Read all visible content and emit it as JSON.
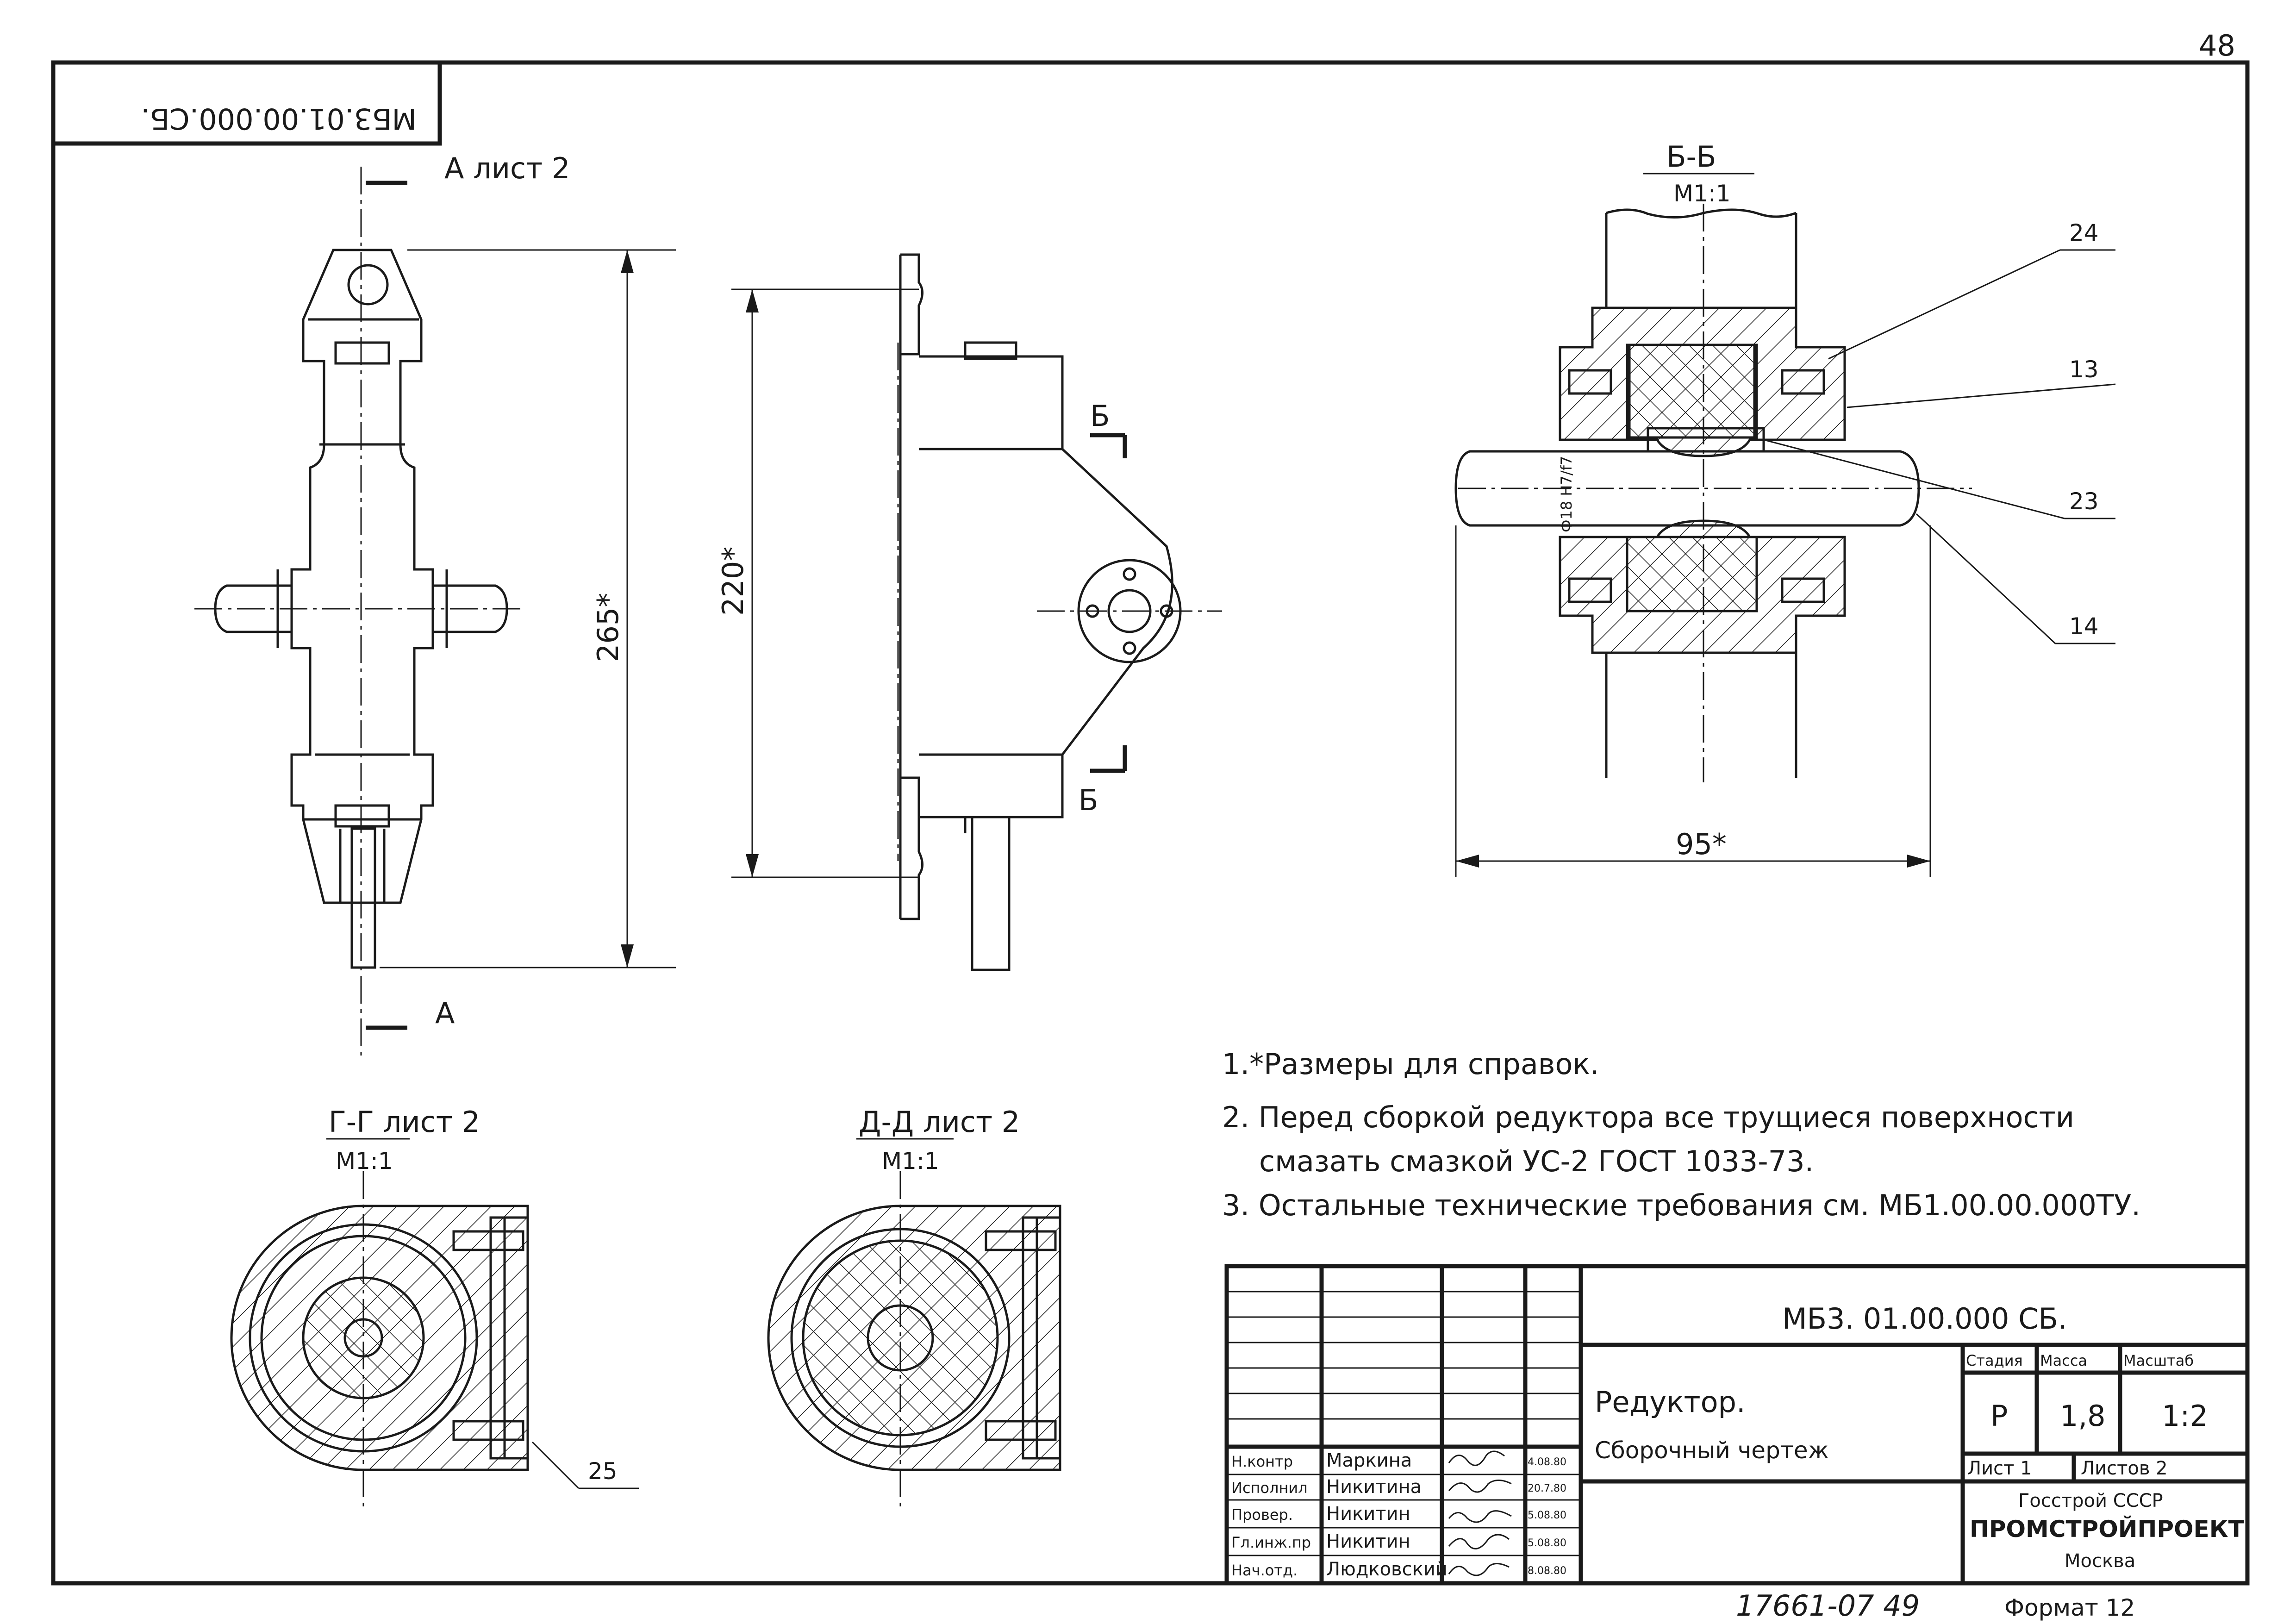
{
  "page_number": "48",
  "corner_code": "МБ3.01.00.000.СБ.",
  "section_a": {
    "label": "А лист 2",
    "label_bottom": "А"
  },
  "section_b": {
    "title": "Б-Б",
    "scale": "М1:1",
    "cut_label": "Б"
  },
  "section_g": {
    "title": "Г-Г лист 2",
    "scale": "М1:1"
  },
  "section_d": {
    "title": "Д-Д лист 2",
    "scale": "М1:1"
  },
  "dimensions": {
    "height_total": "265*",
    "height_side": "220*",
    "width_section": "95*",
    "shaft_diameter": "Ф18 H7/f7"
  },
  "callouts": [
    "24",
    "13",
    "23",
    "14",
    "25"
  ],
  "notes": [
    "1.*Размеры для справок.",
    "2. Перед сборкой редуктора все трущиеся поверхности",
    "смазать смазкой УС-2 ГОСТ 1033-73.",
    "3. Остальные технические требования см. МБ1.00.00.000ТУ."
  ],
  "title_block": {
    "code": "МБ3. 01.00.000 СБ.",
    "name_line1": "Редуктор.",
    "name_line2": "Сборочный чертеж",
    "headers": [
      "Стадия",
      "Масса",
      "Масштаб"
    ],
    "values": [
      "Р",
      "1,8",
      "1:2"
    ],
    "sheet": "Лист 1",
    "sheets": "Листов 2",
    "org_line1": "Госстрой СССР",
    "org_line2": "ПРОМСТРОЙПРОЕКТ",
    "org_line3": "Москва",
    "roles": [
      {
        "role": "Н.контр",
        "name": "Маркина",
        "date": "4.08.80"
      },
      {
        "role": "Исполнил",
        "name": "Никитина",
        "date": "20.7.80"
      },
      {
        "role": "Провер.",
        "name": "Никитин",
        "date": "5.08.80"
      },
      {
        "role": "Гл.инж.пр",
        "name": "Никитин",
        "date": "5.08.80"
      },
      {
        "role": "Нач.отд.",
        "name": "Людковский",
        "date": "8.08.80"
      }
    ]
  },
  "footer_number": "17661-07 49",
  "footer_format": "Формат 12"
}
